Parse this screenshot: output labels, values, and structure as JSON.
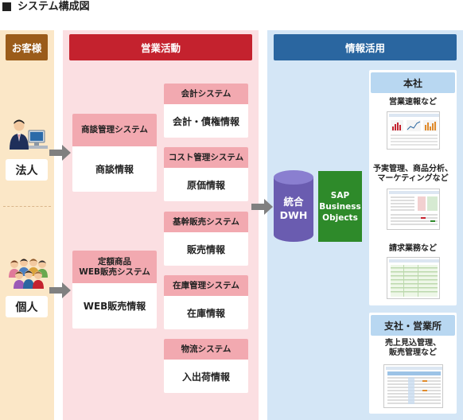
{
  "title": "システム構成図",
  "columns": {
    "customer": "お客様",
    "sales": "営業活動",
    "info": "情報活用"
  },
  "customers": [
    {
      "label": "法人"
    },
    {
      "label": "個人"
    }
  ],
  "deals": [
    {
      "system": "商談管理システム",
      "info": "商談情報"
    },
    {
      "system": "定額商品\nWEB販売システム",
      "info": "WEB販売情報"
    }
  ],
  "systems": [
    {
      "system": "会計システム",
      "info": "会計・債権情報"
    },
    {
      "system": "コスト管理システム",
      "info": "原価情報"
    },
    {
      "system": "基幹販売システム",
      "info": "販売情報"
    },
    {
      "system": "在庫管理システム",
      "info": "在庫情報"
    },
    {
      "system": "物流システム",
      "info": "入出荷情報"
    }
  ],
  "dwh": {
    "line1": "統合",
    "line2": "DWH"
  },
  "sap": {
    "line1": "SAP",
    "line2": "Business",
    "line3": "Objects"
  },
  "honsha": {
    "title": "本社",
    "items": [
      {
        "caption": "営業速報など"
      },
      {
        "caption": "予実管理、商品分析、\nマーケティングなど"
      },
      {
        "caption": "請求業務など"
      }
    ]
  },
  "branch": {
    "title": "支社・営業所",
    "caption": "売上見込管理、\n販売管理など"
  },
  "colors": {
    "customer_bg": "#fbe7c7",
    "customer_header": "#9b5c1a",
    "sales_bg": "#fbdfe2",
    "sales_header": "#c4222e",
    "system_header": "#f2a9b0",
    "info_bg": "#d4e6f6",
    "info_header": "#2a66a0",
    "dwh": "#6a5cb0",
    "sap": "#2e8a2a"
  }
}
